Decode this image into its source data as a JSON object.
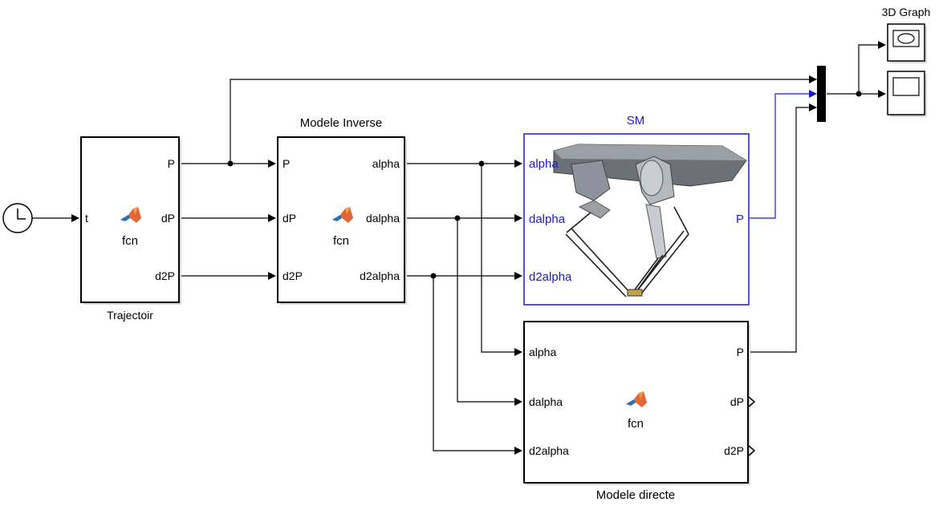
{
  "blocks": {
    "clock": {
      "name": ""
    },
    "trajectoir": {
      "title": "Trajectoir",
      "fcn": "fcn",
      "in": [
        "t"
      ],
      "out": [
        "P",
        "dP",
        "d2P"
      ]
    },
    "inverse": {
      "title": "Modele Inverse",
      "fcn": "fcn",
      "in": [
        "P",
        "dP",
        "d2P"
      ],
      "out": [
        "alpha",
        "dalpha",
        "d2alpha"
      ]
    },
    "sm": {
      "title": "SM",
      "in": [
        "alpha",
        "dalpha",
        "d2alpha"
      ],
      "out": [
        "P"
      ]
    },
    "directe": {
      "title": "Modele directe",
      "fcn": "fcn",
      "in": [
        "alpha",
        "dalpha",
        "d2alpha"
      ],
      "out": [
        "P",
        "dP",
        "d2P"
      ]
    },
    "graph": {
      "title": "3D Graph"
    }
  },
  "colors": {
    "wire": "#000000",
    "accent_blue": "#1a1acc",
    "matlab_orange": "#e16737",
    "matlab_blue": "#2c6fb7"
  },
  "icons": [
    "clock-icon",
    "matlab-logo-icon",
    "scope-icon",
    "xy-graph-icon",
    "mux-icon"
  ]
}
